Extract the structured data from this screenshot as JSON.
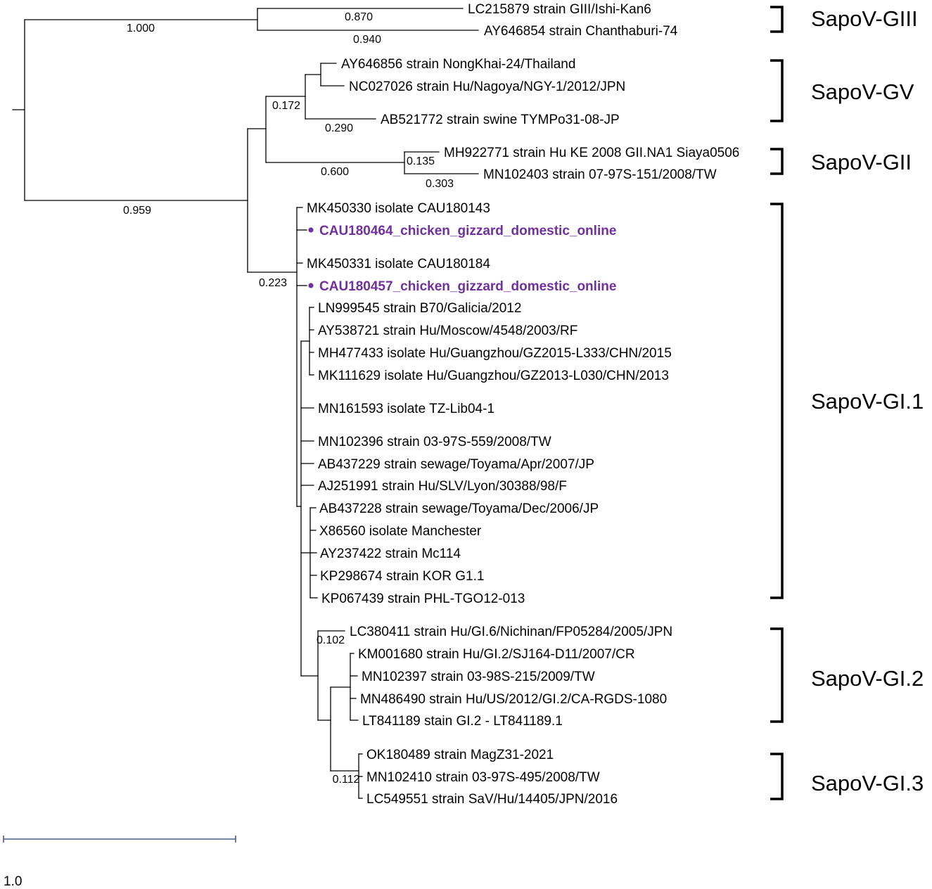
{
  "tree": {
    "leaves": [
      {
        "label": "LC215879 strain GIII/Ishi-Kan6",
        "highlighted": false
      },
      {
        "label": "AY646854 strain Chanthaburi-74",
        "highlighted": false
      },
      {
        "label": "AY646856 strain NongKhai-24/Thailand",
        "highlighted": false
      },
      {
        "label": "NC027026 strain Hu/Nagoya/NGY-1/2012/JPN",
        "highlighted": false
      },
      {
        "label": "AB521772 strain swine TYMPo31-08-JP",
        "highlighted": false
      },
      {
        "label": "MH922771 strain Hu KE 2008 GII.NA1 Siaya0506",
        "highlighted": false
      },
      {
        "label": "MN102403 strain 07-97S-151/2008/TW",
        "highlighted": false
      },
      {
        "label": "MK450330 isolate CAU180143",
        "highlighted": false
      },
      {
        "label": "CAU180464_chicken_gizzard_domestic_online",
        "highlighted": true
      },
      {
        "label": "MK450331 isolate CAU180184",
        "highlighted": false
      },
      {
        "label": "CAU180457_chicken_gizzard_domestic_online",
        "highlighted": true
      },
      {
        "label": "LN999545 strain B70/Galicia/2012",
        "highlighted": false
      },
      {
        "label": "AY538721 strain Hu/Moscow/4548/2003/RF",
        "highlighted": false
      },
      {
        "label": "MH477433 isolate Hu/Guangzhou/GZ2015-L333/CHN/2015",
        "highlighted": false
      },
      {
        "label": "MK111629 isolate Hu/Guangzhou/GZ2013-L030/CHN/2013",
        "highlighted": false
      },
      {
        "label": "MN161593 isolate TZ-Lib04-1",
        "highlighted": false
      },
      {
        "label": "MN102396 strain 03-97S-559/2008/TW",
        "highlighted": false
      },
      {
        "label": "AB437229 strain sewage/Toyama/Apr/2007/JP",
        "highlighted": false
      },
      {
        "label": "AJ251991 strain Hu/SLV/Lyon/30388/98/F",
        "highlighted": false
      },
      {
        "label": "AB437228 strain sewage/Toyama/Dec/2006/JP",
        "highlighted": false
      },
      {
        "label": "X86560 isolate Manchester",
        "highlighted": false
      },
      {
        "label": "AY237422 strain Mc114",
        "highlighted": false
      },
      {
        "label": "KP298674 strain KOR G1.1",
        "highlighted": false
      },
      {
        "label": "KP067439 strain PHL-TGO12-013",
        "highlighted": false
      },
      {
        "label": "LC380411 strain Hu/GI.6/Nichinan/FP05284/2005/JPN",
        "highlighted": false
      },
      {
        "label": "KM001680 strain Hu/GI.2/SJ164-D11/2007/CR",
        "highlighted": false
      },
      {
        "label": "MN102397 strain 03-98S-215/2009/TW",
        "highlighted": false
      },
      {
        "label": "MN486490 strain Hu/US/2012/GI.2/CA-RGDS-1080",
        "highlighted": false
      },
      {
        "label": "LT841189 stain GI.2 - LT841189.1",
        "highlighted": false
      },
      {
        "label": "OK180489 strain MagZ31-2021",
        "highlighted": false
      },
      {
        "label": "MN102410 strain 03-97S-495/2008/TW",
        "highlighted": false
      },
      {
        "label": "LC549551 strain SaV/Hu/14405/JPN/2016",
        "highlighted": false
      }
    ],
    "support_values": [
      "1.000",
      "0.870",
      "0.940",
      "0.172",
      "0.290",
      "0.135",
      "0.600",
      "0.303",
      "0.959",
      "0.223",
      "0.102",
      "0.112"
    ],
    "clades": [
      {
        "name": "SapoV-GIII"
      },
      {
        "name": "SapoV-GV"
      },
      {
        "name": "SapoV-GII"
      },
      {
        "name": "SapoV-GI.1"
      },
      {
        "name": "SapoV-GI.2"
      },
      {
        "name": "SapoV-GI.3"
      }
    ],
    "scale_bar": {
      "label": "1.0"
    }
  },
  "colors": {
    "branch": "#000000",
    "highlight": "#7030a0",
    "scale_bar": "#4a5d80"
  }
}
